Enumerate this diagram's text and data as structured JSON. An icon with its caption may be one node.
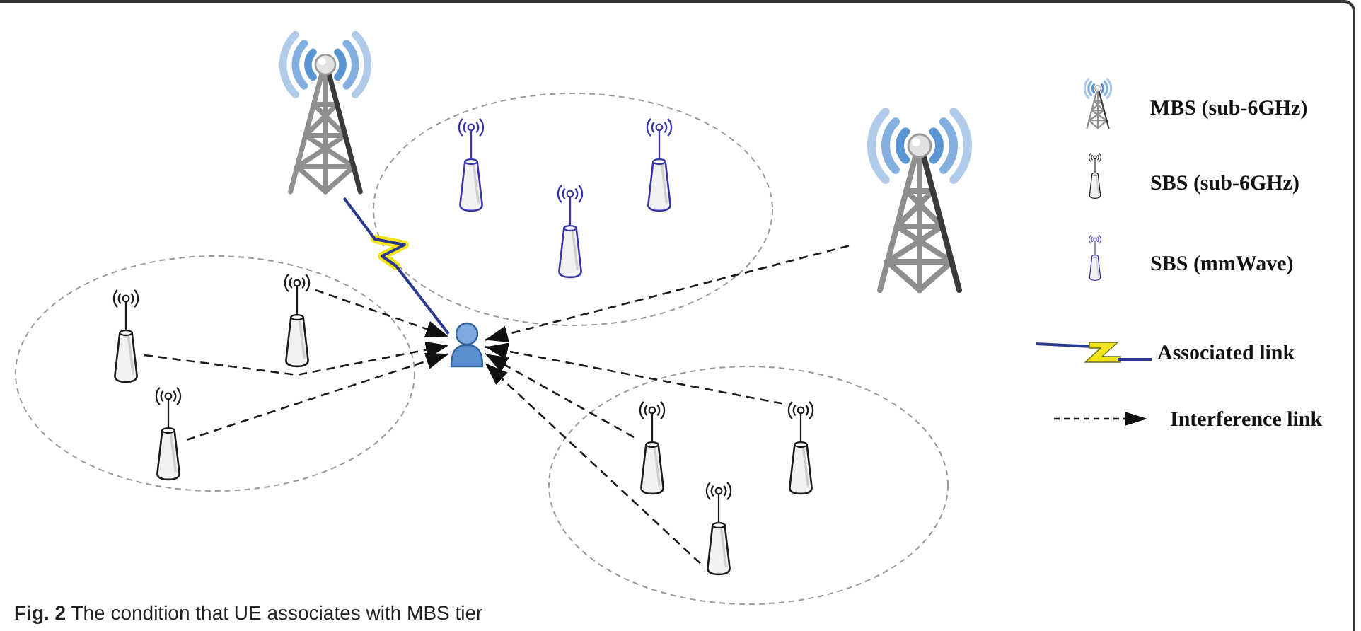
{
  "diagram": {
    "caption": "**Fig. 2** The condition that UE associates with MBS tier",
    "nodes": [
      {
        "text": [],
        "shape": "tower"
      },
      {
        "text": [],
        "shape": "ellipse"
      },
      {
        "text": [],
        "shape": "antenna",
        "in": 1
      },
      {
        "text": [],
        "shape": "antenna",
        "in": 1
      },
      {
        "text": [],
        "shape": "antenna",
        "in": 1
      },
      {
        "text": [],
        "shape": "tower"
      },
      {
        "text": [],
        "shape": "ellipse"
      },
      {
        "text": [],
        "shape": "antenna",
        "in": 6
      },
      {
        "text": [],
        "shape": "antenna",
        "in": 6
      },
      {
        "text": [],
        "shape": "antenna",
        "in": 6
      },
      {
        "text": [],
        "shape": "person"
      },
      {
        "text": [],
        "shape": "ellipse"
      },
      {
        "text": [],
        "shape": "antenna",
        "in": 11
      },
      {
        "text": [],
        "shape": "antenna",
        "in": 11
      },
      {
        "text": [],
        "shape": "antenna",
        "in": 11
      }
    ],
    "edges": [
      {
        "from": 0,
        "to": 10,
        "arrow": "none",
        "color": "#2b3990"
      },
      {
        "from": 8,
        "to": 10,
        "arrow": "to",
        "style": "dashed"
      },
      {
        "from": 7,
        "to": 10,
        "arrow": "to",
        "style": "dashed"
      },
      {
        "from": 9,
        "to": 10,
        "arrow": "to",
        "style": "dashed"
      },
      {
        "from": 5,
        "to": 10,
        "arrow": "to",
        "style": "dashed"
      },
      {
        "from": 12,
        "to": 10,
        "arrow": "to",
        "style": "dashed"
      },
      {
        "from": 13,
        "to": 10,
        "arrow": "to",
        "style": "dashed"
      },
      {
        "from": 14,
        "to": 10,
        "arrow": "to",
        "style": "dashed"
      }
    ],
    "legend": [
      {
        "text": "MBS (sub-6GHz)"
      },
      {
        "text": "SBS (sub-6GHz)"
      },
      {
        "text": "SBS (mmWave)"
      },
      {
        "text": "Associated link"
      },
      {
        "text": "Interference link"
      }
    ]
  }
}
